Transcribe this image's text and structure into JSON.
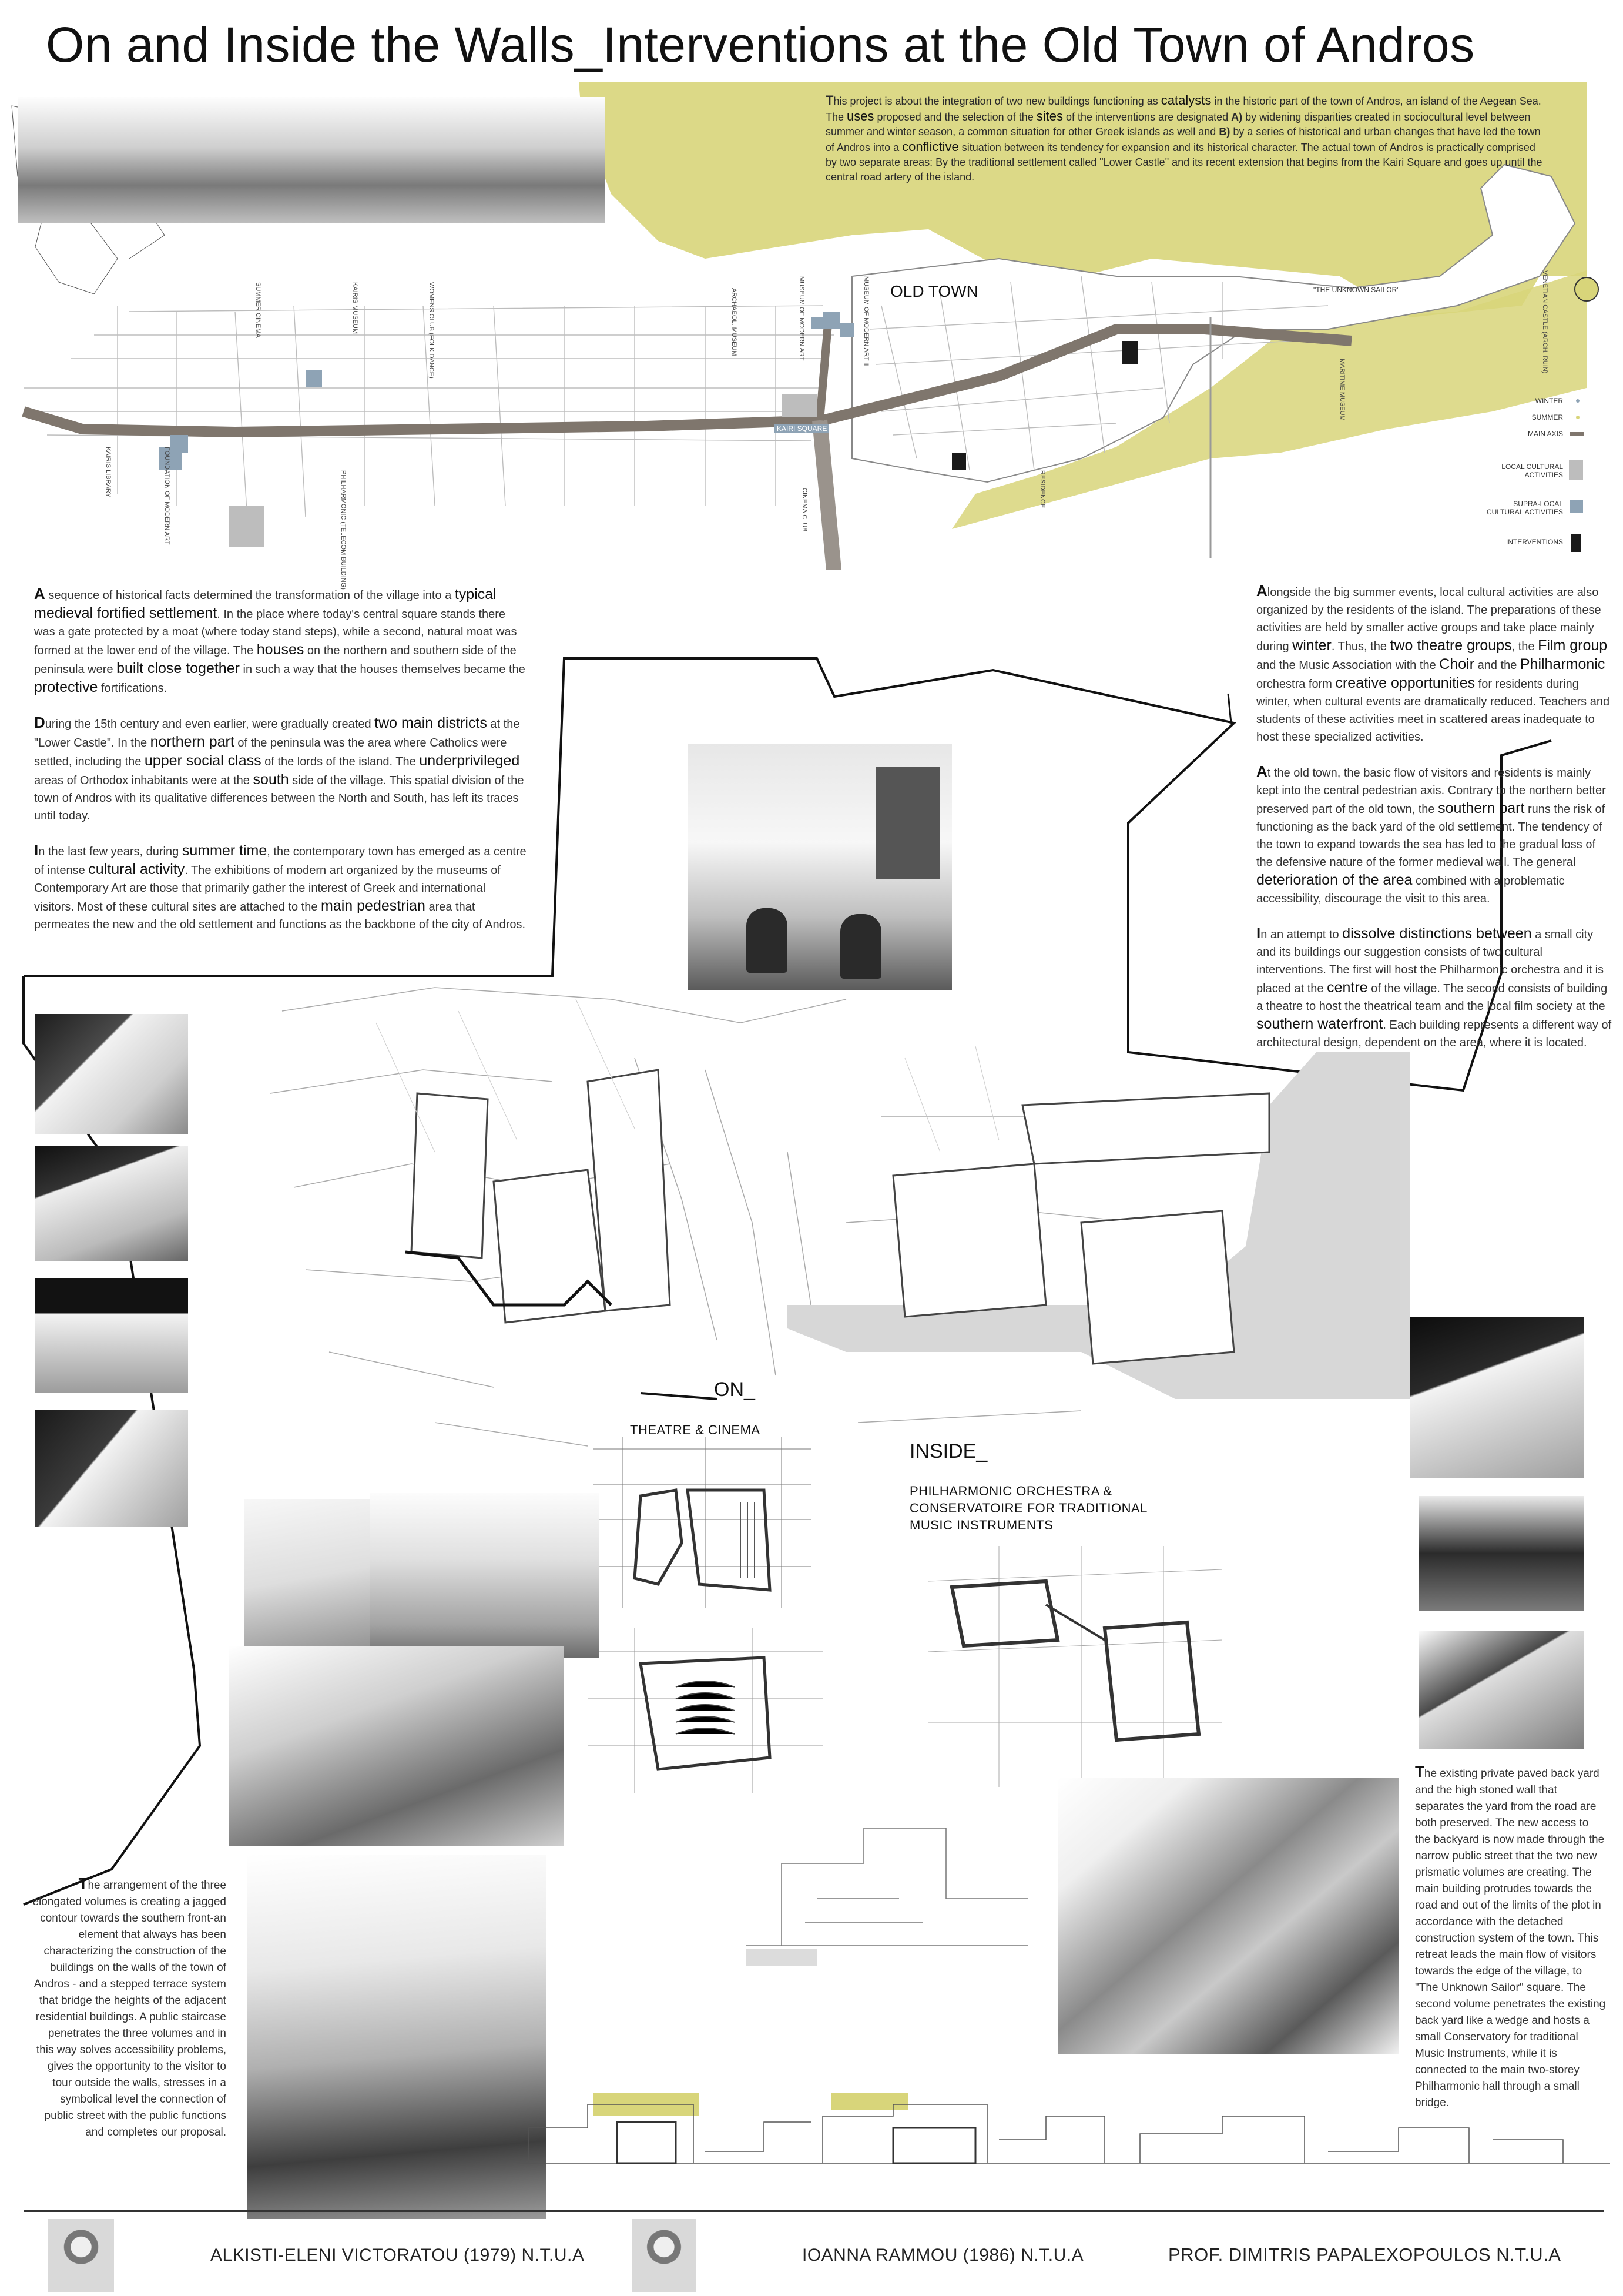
{
  "header": {
    "title": "On and Inside the Walls_Interventions at the Old Town of Andros"
  },
  "intro": {
    "lead": "T",
    "body_1": "his project is about the integration of two new buildings functioning as ",
    "hl_1": "catalysts",
    "body_2": " in the historic part of the town of Andros, an island of the Aegean Sea.",
    "body_3": "The ",
    "hl_2": "uses",
    "body_4": " proposed and the selection of the ",
    "hl_3": "sites",
    "body_5": " of the interventions are designated ",
    "bold_a": "A)",
    "body_6": " by widening disparities created in sociocultural level between summer and winter season, a common situation for other Greek islands as well and ",
    "bold_b": "B)",
    "body_7": " by a series of historical and urban changes that have led the town of Andros into a ",
    "hl_4": "conflictive",
    "body_8": " situation between its tendency for expansion and its historical character.  The actual town of Andros is practically comprised by two separate areas: By the traditional settlement called \"Lower Castle\" and its recent extension that begins from the Kairi Square and goes up until the central road artery of the island."
  },
  "map": {
    "old_town_label": "OLD TOWN",
    "kairi_square": "KAIRI SQUARE",
    "unknown_sailor": "\"THE UNKNOWN SAILOR\"",
    "sites": [
      "SUMMER CINEMA",
      "KAIRIS MUSEUM",
      "WOMENS CLUB (FOLK DANCE)",
      "ARCHAEOL. MUSEUM",
      "MUSEUM OF MODERN ART",
      "MUSEUM OF MODERN ART II",
      "MARITIME MUSEUM",
      "VENETIAN CASTLE (ARCH. RUIN)",
      "KAIRIS LIBRARY",
      "FOUNDATION OF MODERN ART",
      "PHILHARMONIC (TELECOM BUILDING)",
      "CINEMA CLUB",
      "RESIDENCE"
    ],
    "legend": [
      "WINTER",
      "SUMMER",
      "MAIN AXIS",
      "LOCAL CULTURAL ACTIVITIES",
      "SUPRA-LOCAL CULTURAL ACTIVITIES",
      "INTERVENTIONS"
    ]
  },
  "left_text": {
    "p1": {
      "lead": "A",
      "t1": " sequence of historical facts determined the transformation of the village into a ",
      "h1": "typical medieval fortified settlement",
      "t2": ". In the place where today's central square stands there was a gate protected by a moat (where today stand steps), while a second, natural moat was formed at the lower end of the village. The ",
      "h2": "houses",
      "t3": " on the northern and southern side of the peninsula were ",
      "h3": "built close together",
      "t4": " in such a way that the houses themselves became the ",
      "h4": "protective",
      "t5": " fortifications."
    },
    "p2": {
      "lead": "D",
      "t1": "uring the 15th century and even earlier, were gradually created ",
      "h1": "two main districts",
      "t2": " at the \"Lower Castle\". In the ",
      "h2": "northern part",
      "t3": " of the peninsula was the area where Catholics  were settled, including the ",
      "h3": "upper social class",
      "t4": " of the lords of the island. The ",
      "h4": "underprivileged",
      "t5": " areas of Orthodox inhabitants were at the ",
      "h5": "south",
      "t6": " side of the village. This spatial division of the town of Andros with its qualitative differences between the North and South, has left its traces until today."
    },
    "p3": {
      "lead": "I",
      "t1": "n the last few years, during ",
      "h1": "summer time",
      "t2": ", the contemporary town has emerged as a centre of intense ",
      "h2": "cultural activity",
      "t3": ". The exhibitions of modern art organized by the museums of Contemporary Art are those that primarily gather the interest of Greek and international visitors. Most of these cultural sites are attached to the ",
      "h3": "main pedestrian",
      "t4": " area that permeates the new and the old settlement and functions as the backbone of the city of Andros."
    }
  },
  "right_text": {
    "p1": {
      "lead": "A",
      "t1": "longside the big summer events, local cultural activities are also organized by the residents of the island. The preparations of these activities are held by smaller active groups and take place mainly during ",
      "h1": "winter",
      "t2": ". Thus, the ",
      "h2": "two theatre groups",
      "t3": ", the ",
      "h3": "Film group",
      "t4": " and the Music Association with the ",
      "h4": "Choir",
      "t5": " and the ",
      "h5": "Philharmonic",
      "t6": " orchestra form ",
      "h6": "creative opportunities",
      "t7": " for residents during winter, when cultural events are dramatically reduced. Teachers and students of these activities meet in scattered areas inadequate to host these specialized activities."
    },
    "p2": {
      "lead": "A",
      "t1": "t the old town, the basic flow of visitors and residents is mainly kept into the central pedestrian axis. Contrary to the northern better preserved part of the old town, the ",
      "h1": "southern part",
      "t2": " runs the risk of functioning as the back yard of the old settlement. The tendency of the town to expand towards the sea has led to the gradual loss of the defensive nature of the former medieval wall. The general ",
      "h2": "deterioration of the area",
      "t3": " combined with a problematic accessibility, discourage the visit to this area."
    },
    "p3": {
      "lead": "I",
      "t1": "n an attempt to ",
      "h1": "dissolve distinctions between",
      "t2": " a small city and its buildings our suggestion consists of two cultural interventions. The first will host the Philharmonic orchestra and it is placed at the ",
      "h2": "centre",
      "t3": " of the village. The second consists of building a theatre to host the theatrical team and the local film society at the ",
      "h3": "southern waterfront",
      "t4": ". Each building represents a different way of architectural design, dependent on the area, where it is located."
    }
  },
  "labels": {
    "on": "ON_",
    "theatre": "THEATRE & CINEMA",
    "inside": "INSIDE_",
    "philharmonic_1": "PHILHARMONIC ORCHESTRA &",
    "philharmonic_2": "CONSERVATOIRE FOR TRADITIONAL",
    "philharmonic_3": "MUSIC INSTRUMENTS"
  },
  "bottom_left_text": {
    "lead": "T",
    "body": "he arrangement of the three elongated volumes is creating a jagged contour towards the southern front-an element  that always has been characterizing the construction of the buildings on the walls of the town of Andros - and a stepped terrace system that bridge the heights of the adjacent residential buildings. A public staircase penetrates the three volumes and in this way solves accessibility problems, gives the opportunity to the visitor to tour outside the walls, stresses in a symbolical level the connection of public street with the public functions and completes our proposal."
  },
  "bottom_right_text": {
    "lead": "T",
    "body": "he existing private paved back yard and the high stoned wall that separates the yard from the road are both preserved. The new access to the backyard is now made through the narrow public street that the two new prismatic volumes are creating. The main building protrudes towards the road and out of the limits of the plot in accordance with the detached construction system of the town. This retreat leads the main flow of visitors towards the edge of the village, to \"The Unknown Sailor\" square. The second volume penetrates the existing back yard like a wedge and hosts a small Conservatory for traditional Music Instruments, while it is connected to the main two-storey Philharmonic hall through a small bridge."
  },
  "footer": {
    "author_1": "ALKISTI-ELENI VICTORATOU (1979) N.T.U.A",
    "author_2": "IOANNA RAMMOU (1986) N.T.U.A",
    "professor": "PROF. DIMITRIS PAPALEXOPOULOS N.T.U.A"
  },
  "colors": {
    "accent_yellow": "#d8d57a",
    "axis": "#7f766d",
    "intervention": "#1a1a1a",
    "local": "#bdbdbd",
    "supra_local": "#8ea3b5"
  }
}
